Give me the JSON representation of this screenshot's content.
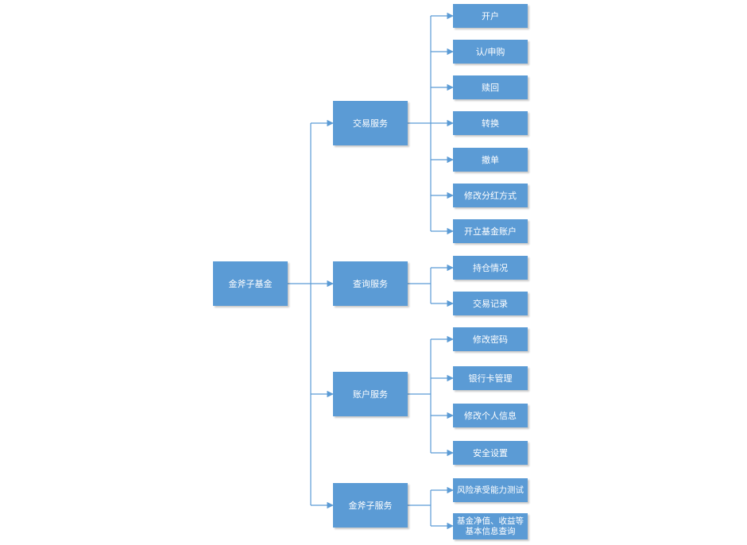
{
  "root": {
    "label": "金斧子基金"
  },
  "categories": [
    {
      "label": "交易服务",
      "children": [
        "开户",
        "认/申购",
        "赎回",
        "转换",
        "撤单",
        "修改分红方式",
        "开立基金账户"
      ]
    },
    {
      "label": "查询服务",
      "children": [
        "持仓情况",
        "交易记录"
      ]
    },
    {
      "label": "账户服务",
      "children": [
        "修改密码",
        "银行卡管理",
        "修改个人信息",
        "安全设置"
      ]
    },
    {
      "label": "金斧子服务",
      "children": [
        "风险承受能力测试",
        "基金净值、收益等\n基本信息查询"
      ]
    }
  ],
  "colors": {
    "node_fill": "#5b9bd5",
    "connector": "#5b9bd5",
    "text": "#ffffff"
  }
}
